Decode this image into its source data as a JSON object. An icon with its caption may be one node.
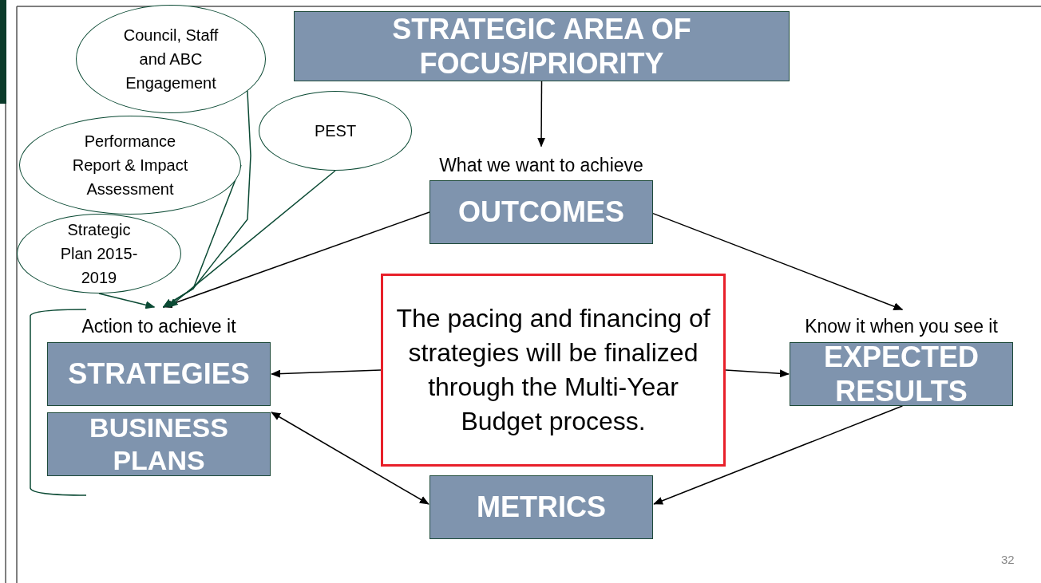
{
  "diagram": {
    "nodes": [
      {
        "text": [
          "STRATEGIC AREA OF FOCUS/PRIORITY"
        ]
      },
      {
        "text": [
          "OUTCOMES"
        ],
        "beside": [
          "What we want to achieve"
        ]
      },
      {
        "text": [
          "STRATEGIES"
        ],
        "beside": [
          "Action to achieve it"
        ]
      },
      {
        "text": [
          "BUSINESS PLANS"
        ]
      },
      {
        "text": [
          "EXPECTED RESULTS"
        ],
        "beside": [
          "Know it when you see it"
        ]
      },
      {
        "text": [
          "METRICS"
        ]
      },
      {
        "text": [
          "The pacing and financing of strategies will be finalized through the Multi-Year Budget process."
        ]
      },
      {
        "text": [
          "Council, Staff and ABC Engagement"
        ]
      },
      {
        "text": [
          "Performance Report & Impact Assessment"
        ]
      },
      {
        "text": [
          "PEST"
        ]
      },
      {
        "text": [
          "Strategic Plan 2015-2019"
        ]
      }
    ],
    "edges": [
      {
        "from": 0,
        "to": 1,
        "arrow": "to"
      },
      {
        "from": 1,
        "to": 2,
        "arrow": "to"
      },
      {
        "from": 1,
        "to": 4,
        "arrow": "to"
      },
      {
        "from": 6,
        "to": 2,
        "arrow": "to"
      },
      {
        "from": 6,
        "to": 4,
        "arrow": "to"
      },
      {
        "from": 3,
        "to": 5,
        "arrow": "both"
      },
      {
        "from": 4,
        "to": 5,
        "arrow": "to"
      },
      {
        "from": 7,
        "to": 2,
        "arrow": "to",
        "color": "#0b4a34"
      },
      {
        "from": 8,
        "to": 2,
        "arrow": "to",
        "color": "#0b4a34"
      },
      {
        "from": 9,
        "to": 2,
        "arrow": "to",
        "color": "#0b4a34"
      },
      {
        "from": 10,
        "to": 2,
        "arrow": "to",
        "color": "#0b4a34"
      }
    ],
    "labels": [
      "32"
    ]
  }
}
